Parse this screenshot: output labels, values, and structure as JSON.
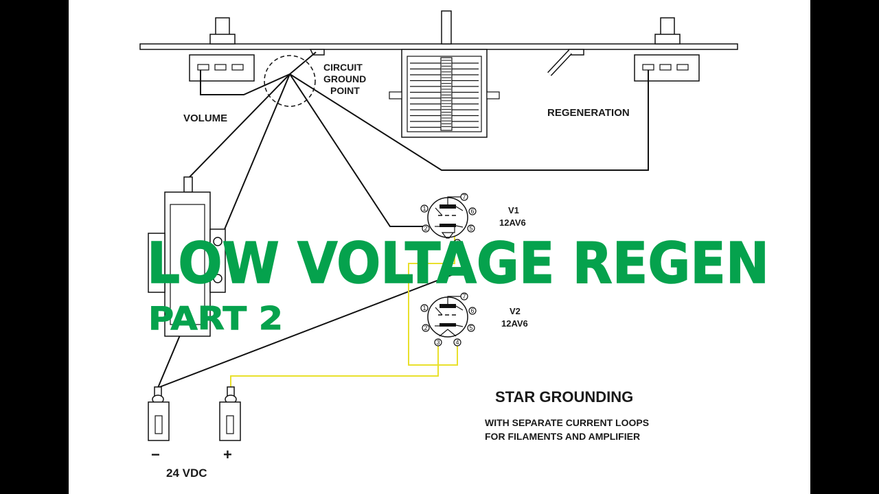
{
  "labels": {
    "circuit_ground_1": "CIRCUIT",
    "circuit_ground_2": "GROUND",
    "circuit_ground_3": "POINT",
    "volume": "VOLUME",
    "regeneration": "REGENERATION",
    "v1_name": "V1",
    "v1_type": "12AV6",
    "v2_name": "V2",
    "v2_type": "12AV6",
    "star_grounding": "STAR GROUNDING",
    "loops_1": "WITH SEPARATE CURRENT LOOPS",
    "loops_2": "FOR FILAMENTS AND AMPLIFIER",
    "minus": "−",
    "plus": "+",
    "supply": "24 VDC"
  },
  "tube_pins": [
    "1",
    "2",
    "3",
    "4",
    "5",
    "6",
    "7"
  ],
  "overlay": {
    "title": "LOW VOLTAGE REGEN",
    "subtitle": "PART 2"
  },
  "colors": {
    "title_green": "#05a24d",
    "filament_wire": "#e9e02c",
    "wire": "#111111"
  }
}
